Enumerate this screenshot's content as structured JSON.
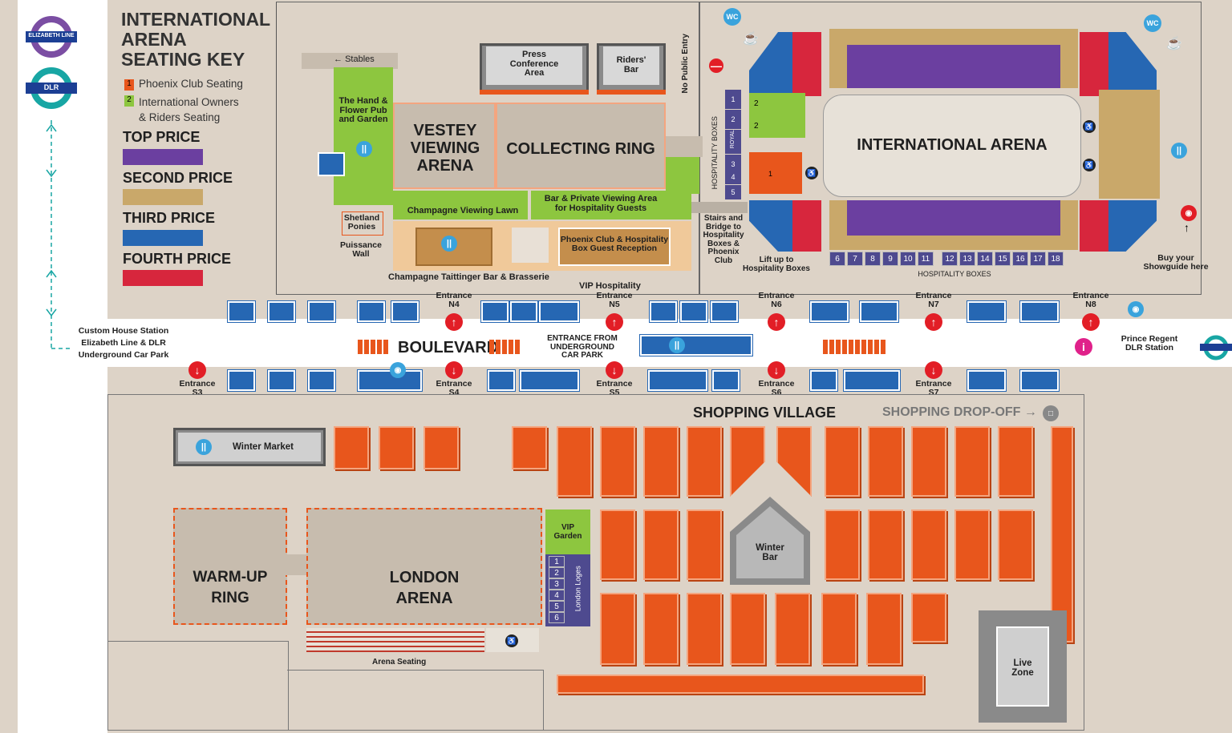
{
  "key": {
    "title_lines": [
      "INTERNATIONAL",
      "ARENA",
      "SEATING KEY"
    ],
    "item1_num": "1",
    "item1_label": "Phoenix Club Seating",
    "item2_num": "2",
    "item2_label_lines": [
      "International Owners",
      "& Riders Seating"
    ],
    "top": "TOP PRICE",
    "second": "SECOND PRICE",
    "third": "THIRD PRICE",
    "fourth": "FOURTH PRICE",
    "colors": {
      "top": "#6b3fa0",
      "second": "#c9a86a",
      "third": "#2667b3",
      "fourth": "#d7263d",
      "phoenix": "#e8561c",
      "owners": "#8dc63f"
    }
  },
  "lines": {
    "elizabeth": "ELIZABETH LINE",
    "dlr": "DLR"
  },
  "stations": {
    "custom_house": [
      "Custom House Station",
      "Elizabeth Line & DLR",
      "Underground Car Park"
    ],
    "prince_regent": [
      "Prince Regent",
      "DLR Station"
    ]
  },
  "areas": {
    "stables": "Stables",
    "press": [
      "Press",
      "Conference",
      "Area"
    ],
    "riders_bar": [
      "Riders'",
      "Bar"
    ],
    "no_public_entry": "No Public Entry",
    "hand_flower": [
      "The Hand &",
      "Flower Pub",
      "and Garden"
    ],
    "vestey": [
      "VESTEY",
      "VIEWING",
      "ARENA"
    ],
    "collecting_ring": "COLLECTING RING",
    "champagne_lawn": "Champagne Viewing Lawn",
    "bar_private": [
      "Bar & Private Viewing Area",
      "for Hospitality Guests"
    ],
    "shetland": [
      "Shetland",
      "Ponies"
    ],
    "puissance": [
      "Puissance",
      "Wall"
    ],
    "phoenix_reception": [
      "Phoenix Club & Hospitality",
      "Box Guest Reception"
    ],
    "taittinger": "Champagne Taittinger Bar & Brasserie",
    "hospitality_boxes_vertical": "HOSPITALITY BOXES",
    "royal": "ROYAL",
    "stairs": [
      "Stairs and",
      "Bridge to",
      "Hospitality",
      "Boxes &",
      "Phoenix",
      "Club"
    ],
    "lift": [
      "Lift up to",
      "Hospitality Boxes"
    ],
    "hospitality_boxes_h": "HOSPITALITY BOXES",
    "international_arena": "INTERNATIONAL ARENA",
    "showguide": [
      "Buy your",
      "Showguide here"
    ],
    "vip_hospitality": "VIP Hospitality",
    "boulevard": "BOULEVARD",
    "entrance_underground": [
      "ENTRANCE FROM",
      "UNDERGROUND",
      "CAR PARK"
    ],
    "shopping_village": "SHOPPING VILLAGE",
    "shopping_dropoff": "SHOPPING DROP-OFF",
    "winter_market": "Winter Market",
    "warmup": [
      "WARM-UP",
      "RING"
    ],
    "london_arena": [
      "LONDON",
      "ARENA"
    ],
    "vip_garden": [
      "VIP",
      "Garden"
    ],
    "london_loges": "London Loges",
    "winter_bar": [
      "Winter",
      "Bar"
    ],
    "live_zone": [
      "Live",
      "Zone"
    ],
    "arena_seating": "Arena Seating"
  },
  "wc": "WC",
  "entrances": {
    "n4": [
      "Entrance",
      "N4"
    ],
    "n5": [
      "Entrance",
      "N5"
    ],
    "n6": [
      "Entrance",
      "N6"
    ],
    "n7": [
      "Entrance",
      "N7"
    ],
    "n8": [
      "Entrance",
      "N8"
    ],
    "s3": [
      "Entrance",
      "S3"
    ],
    "s4": [
      "Entrance",
      "S4"
    ],
    "s5": [
      "Entrance",
      "S5"
    ],
    "s6": [
      "Entrance",
      "S6"
    ],
    "s7": [
      "Entrance",
      "S7"
    ]
  },
  "hospitality_numbers_vertical": [
    "1",
    "2",
    "3",
    "4",
    "5"
  ],
  "hospitality_numbers_h": [
    "6",
    "7",
    "8",
    "9",
    "10",
    "11",
    "12",
    "13",
    "14",
    "15",
    "16",
    "17",
    "18"
  ],
  "loges_numbers": [
    "1",
    "2",
    "3",
    "4",
    "5",
    "6"
  ],
  "owner_seats": [
    "2",
    "2"
  ],
  "phoenix_seat": "1",
  "info": "i"
}
